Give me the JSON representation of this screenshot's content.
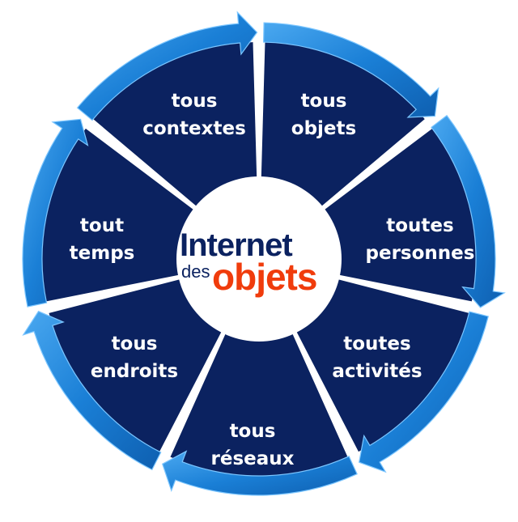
{
  "diagram": {
    "center": {
      "line1": "Internet",
      "line2_small": "des",
      "line2_big": "objets"
    },
    "segments": [
      {
        "line1": "tous",
        "line2": "objets"
      },
      {
        "line1": "toutes",
        "line2": "personnes"
      },
      {
        "line1": "toutes",
        "line2": "activités"
      },
      {
        "line1": "tous",
        "line2": "réseaux"
      },
      {
        "line1": "tous",
        "line2": "endroits"
      },
      {
        "line1": "tout",
        "line2": "temps"
      },
      {
        "line1": "tous",
        "line2": "contextes"
      }
    ],
    "colors": {
      "segment_fill": "#0b2260",
      "arrow_fill": "#1a7fd6",
      "arrow_highlight": "#7cc6ff",
      "center_text_blue": "#0b2260",
      "center_text_orange": "#f03c0c"
    }
  }
}
